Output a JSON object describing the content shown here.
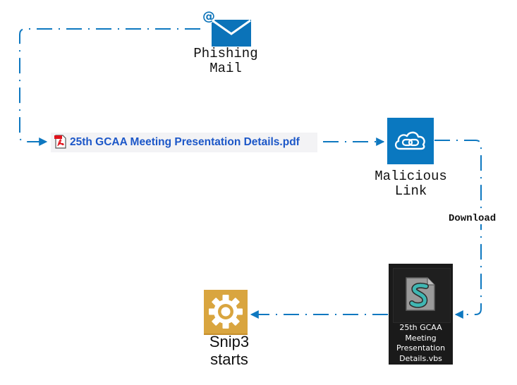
{
  "diagram": {
    "title": "",
    "nodes": [
      {
        "id": "phishing-mail",
        "label": "Phishing\nMail",
        "icon": "email-at-icon"
      },
      {
        "id": "pdf-attachment",
        "label": "25th GCAA Meeting Presentation Details.pdf",
        "icon": "pdf-icon"
      },
      {
        "id": "malicious-link",
        "label": "Malicious\nLink",
        "icon": "cloud-link-icon"
      },
      {
        "id": "vbs-file",
        "label": "25th GCAA Meeting Presentation Details.vbs",
        "icon": "vbs-script-icon"
      },
      {
        "id": "snip3",
        "label": "Snip3\nstarts",
        "icon": "gear-icon"
      }
    ],
    "edges": [
      {
        "from": "phishing-mail",
        "to": "pdf-attachment",
        "label": ""
      },
      {
        "from": "pdf-attachment",
        "to": "malicious-link",
        "label": ""
      },
      {
        "from": "malicious-link",
        "to": "vbs-file",
        "label": "Download"
      },
      {
        "from": "vbs-file",
        "to": "snip3",
        "label": ""
      }
    ]
  },
  "labels": {
    "mail_line1": "Phishing",
    "mail_line2": "Mail",
    "pdf_name": "25th GCAA Meeting Presentation Details.pdf",
    "link_line1": "Malicious",
    "link_line2": "Link",
    "download": "Download",
    "vbs_line1": "25th GCAA",
    "vbs_line2": "Meeting",
    "vbs_line3": "Presentation",
    "vbs_line4": "Details.vbs",
    "snip_line1": "Snip3",
    "snip_line2": "starts"
  },
  "colors": {
    "flow_line": "#0e78c0",
    "mail_blue": "#0b73b9",
    "cloud_tile": "#0a78c0",
    "pdf_link_text": "#1c57c8",
    "gear_tile": "#d9a53f",
    "vbs_tile": "#1a1a1a"
  }
}
